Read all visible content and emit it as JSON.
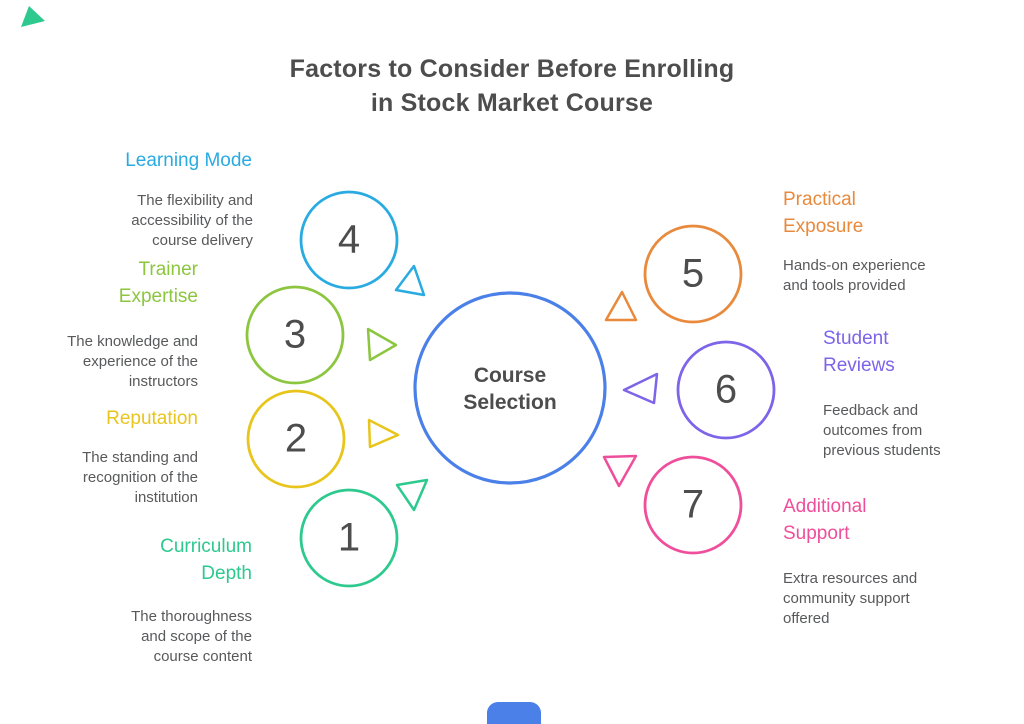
{
  "title": {
    "line1": "Factors to Consider Before Enrolling",
    "line2": "in Stock Market Course"
  },
  "center": {
    "label": "Course Selection",
    "color": "#4A80E8"
  },
  "factors": [
    {
      "number": "1",
      "label": "Curriculum Depth",
      "description": "The thoroughness and scope of the course content",
      "color": "#2DC98E"
    },
    {
      "number": "2",
      "label": "Reputation",
      "description": "The standing and recognition of the institution",
      "color": "#E8C51D"
    },
    {
      "number": "3",
      "label": "Trainer Expertise",
      "description": "The knowledge and experience of the instructors",
      "color": "#8CC63F"
    },
    {
      "number": "4",
      "label": "Learning Mode",
      "description": "The flexibility and accessibility of the course delivery",
      "color": "#29ABE2"
    },
    {
      "number": "5",
      "label": "Practical Exposure",
      "description": "Hands-on experience and tools provided",
      "color": "#E8893C"
    },
    {
      "number": "6",
      "label": "Student Reviews",
      "description": "Feedback and outcomes from previous students",
      "color": "#7D64E9"
    },
    {
      "number": "7",
      "label": "Additional Support",
      "description": "Extra resources and community support offered",
      "color": "#EF4E9B"
    }
  ],
  "text_colors": {
    "title": "#4D4D4D",
    "number": "#4D4D4D",
    "description": "#58595B"
  },
  "decoration_colors": {
    "corner_triangle": "#2DC98E",
    "bottom_blob": "#4A80E8"
  }
}
